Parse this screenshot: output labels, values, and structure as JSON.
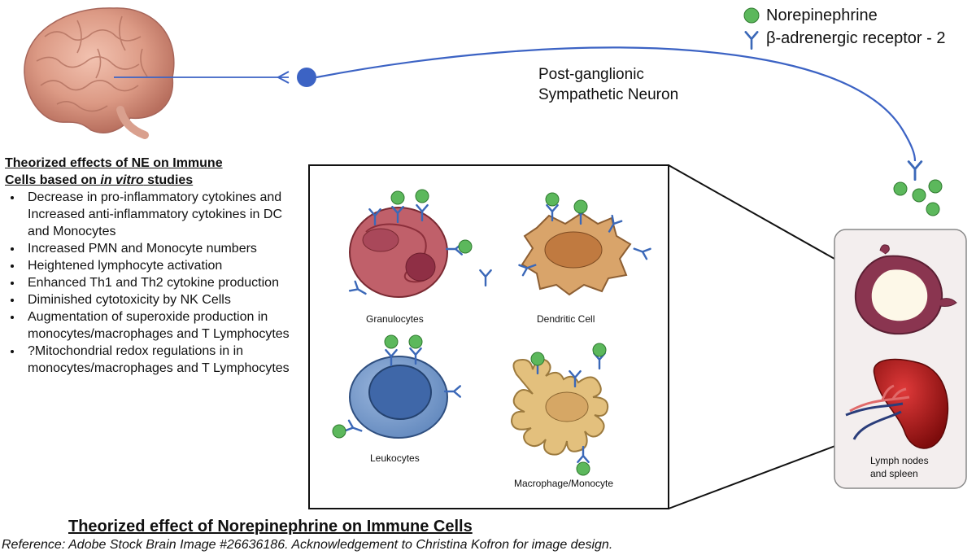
{
  "legend": {
    "norepinephrine": "Norepinephrine",
    "receptor": "β-adrenergic receptor - 2"
  },
  "neuron_label": [
    "Post-ganglionic",
    "Sympathetic Neuron"
  ],
  "effects": {
    "title_line1": "Theorized effects of NE on Immune",
    "title_line2_before": "Cells based on ",
    "title_line2_italic": "in vitro",
    "title_line2_after": " studies",
    "items": [
      "Decrease in pro-inflammatory cytokines and Increased anti-inflammatory cytokines in DC and Monocytes",
      "Increased PMN and Monocyte numbers",
      "Heightened lymphocyte activation",
      "Enhanced Th1 and Th2 cytokine production",
      "Diminished cytotoxicity by NK Cells",
      "Augmentation of superoxide production in monocytes/macrophages and T Lymphocytes",
      "?Mitochondrial redox regulations in in monocytes/macrophages and T Lymphocytes"
    ]
  },
  "cells": {
    "granulocytes": "Granulocytes",
    "dendritic": "Dendritic Cell",
    "leukocytes": "Leukocytes",
    "macrophage": "Macrophage/Monocyte"
  },
  "organs_label": [
    "Lymph nodes",
    "and spleen"
  ],
  "title": "Theorized effect of Norepinephrine on Immune Cells",
  "reference": "Reference: Adobe Stock Brain Image #26636186. Acknowledgement to Christina Kofron for image design.",
  "colors": {
    "norepinephrine": "#5cb85c",
    "receptor": "#3b68b8",
    "neuron": "#3c63c4",
    "granulocyte": "#c0606a",
    "dendritic": "#d9a46a",
    "leukocyte": "#6f95c7",
    "macrophage": "#e3c07d"
  }
}
